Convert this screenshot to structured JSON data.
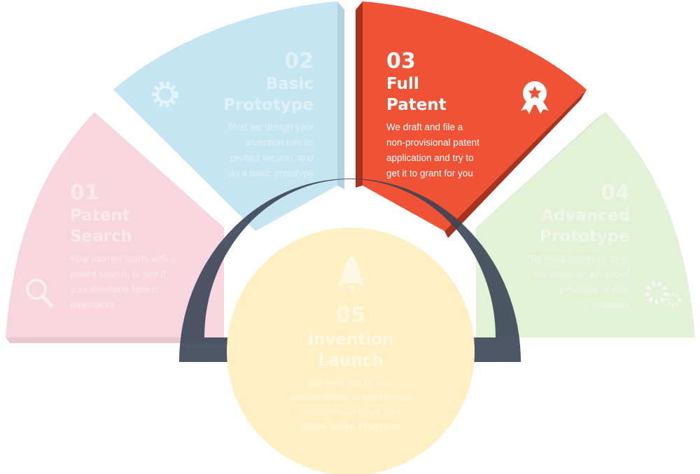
{
  "steps": [
    {
      "number": "01",
      "title_lines": [
        "Patent",
        "Search"
      ],
      "desc_lines": [
        "Your journey starts with a",
        "patent search, to see if",
        "your invention idea is",
        "patentable"
      ],
      "icon": "magnifier-icon",
      "color": "#f7d2dc",
      "active": false
    },
    {
      "number": "02",
      "title_lines": [
        "Basic",
        "Prototype"
      ],
      "desc_lines": [
        "Next we design your",
        "invention into its",
        "perfect version, and",
        "do a basic prototype"
      ],
      "icon": "gear-icon",
      "color": "#bfe3f1",
      "active": false
    },
    {
      "number": "03",
      "title_lines": [
        "Full",
        "Patent"
      ],
      "desc_lines": [
        "We draft and file a",
        "non-provisional patent",
        "application and try to",
        "get it to grant for you"
      ],
      "icon": "award-ribbon-icon",
      "color": "#ef5234",
      "active": true
    },
    {
      "number": "04",
      "title_lines": [
        "Advanced",
        "Prototype"
      ],
      "desc_lines": [
        "The most important step.",
        "We make an advanced",
        "prototype of your",
        "invention"
      ],
      "icon": "gears-icon",
      "color": "#e0f0d3",
      "active": false
    },
    {
      "number": "05",
      "title_lines": [
        "Invention",
        "Launch"
      ],
      "desc_lines": [
        "We help you to take",
        "your invention to launch your",
        "invention and make your",
        "dream where it happens"
      ],
      "icon": "rocket-icon",
      "color": "#fff0c4",
      "active": false
    }
  ],
  "colors": {
    "ring": "#3a4556",
    "active_text": "#ffffff",
    "active_side": "#a8321d"
  }
}
